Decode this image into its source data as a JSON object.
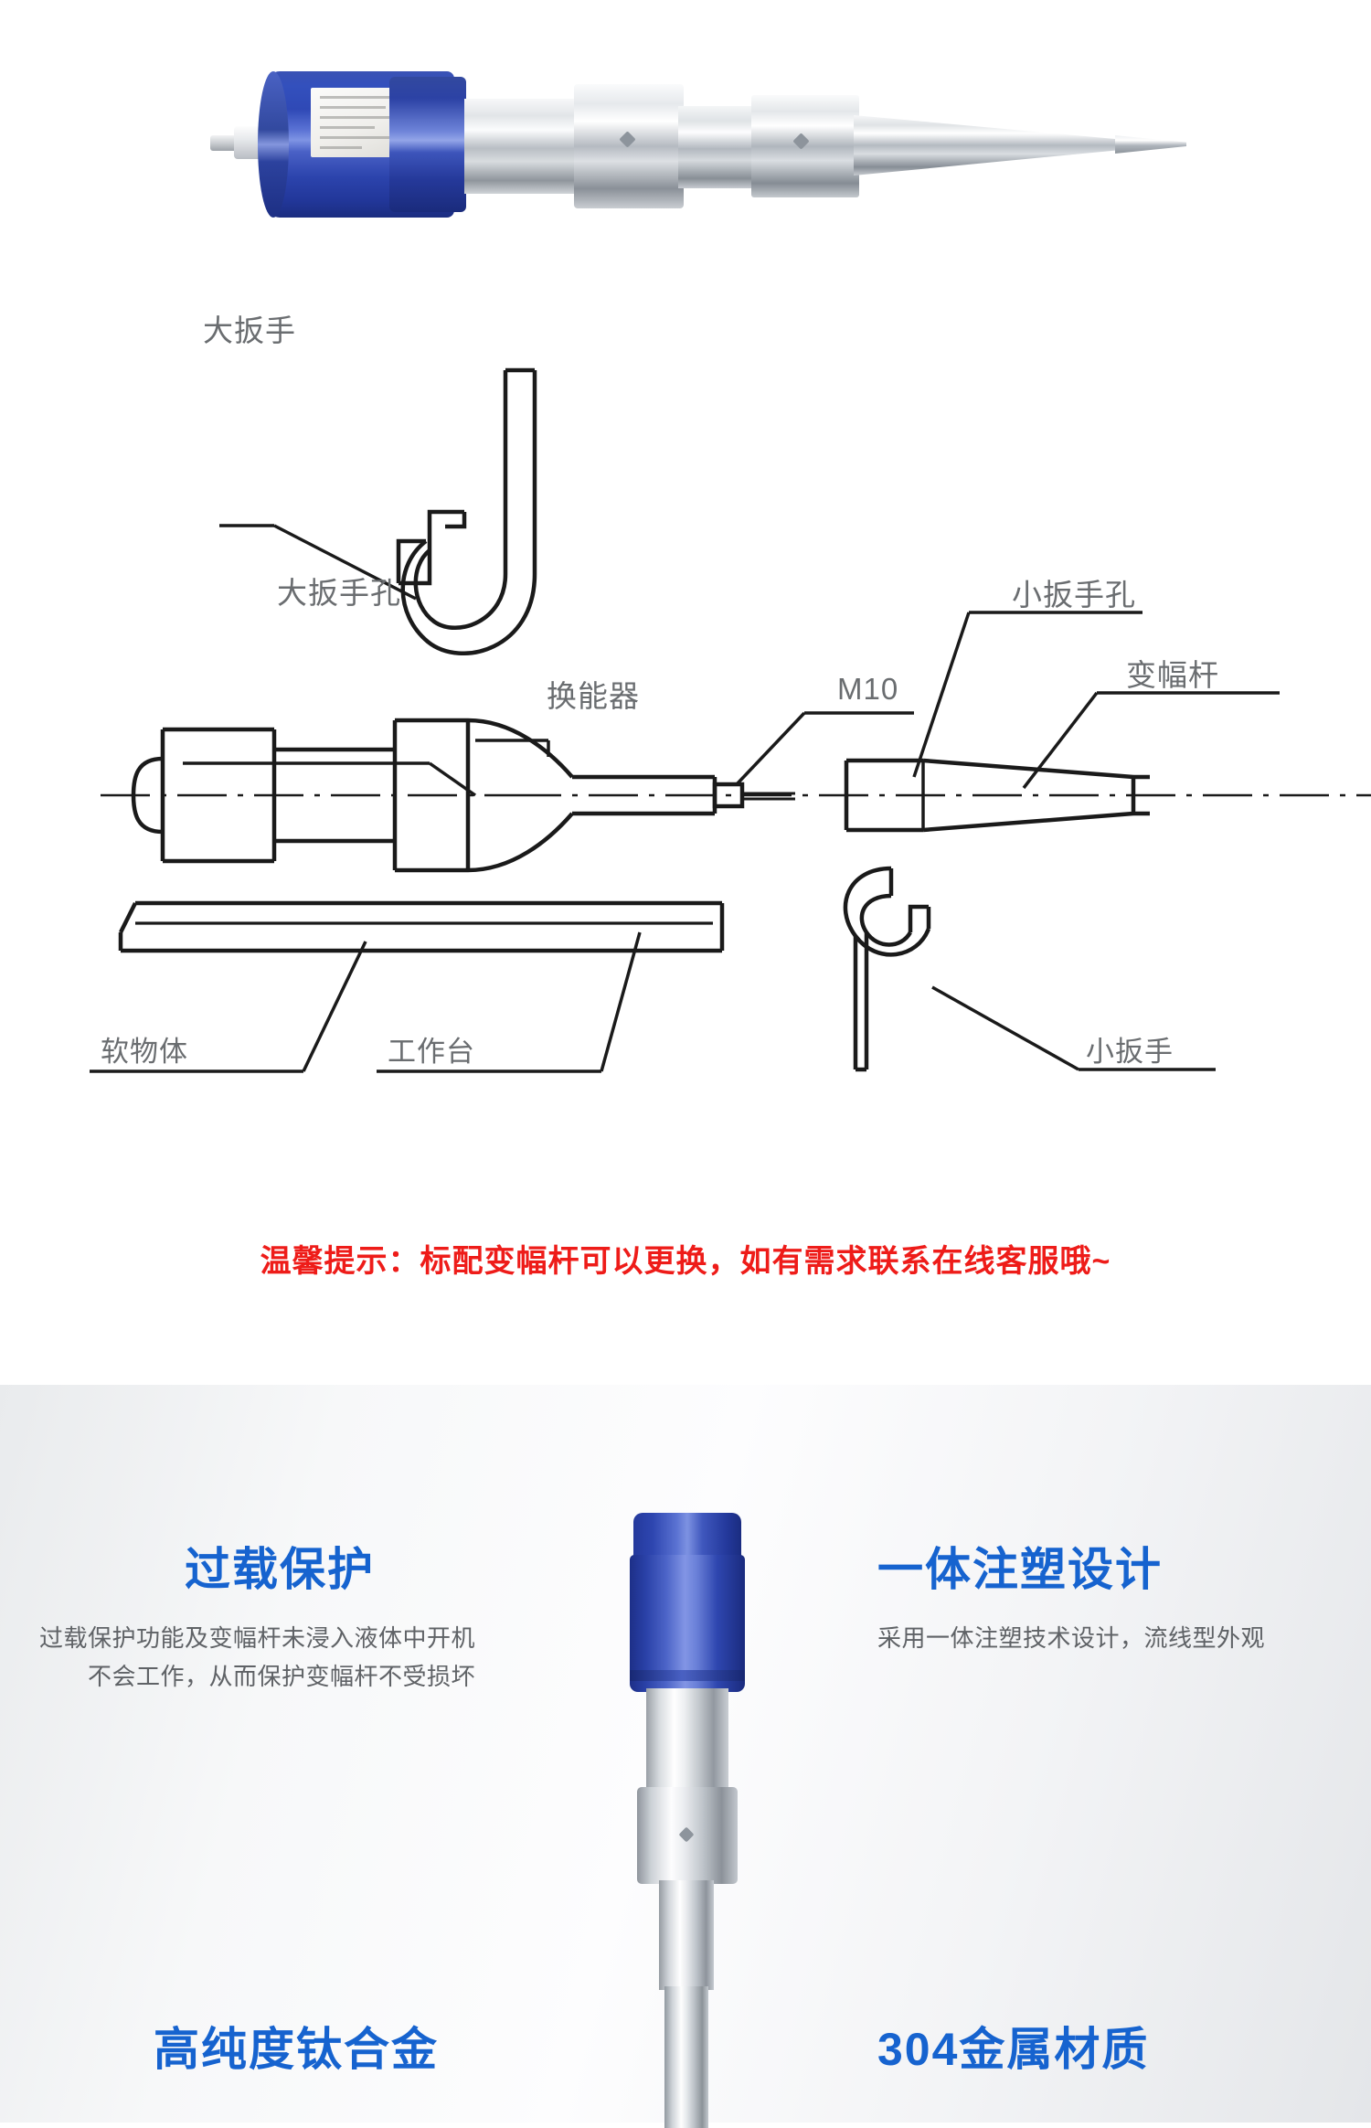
{
  "photo_section": {
    "hero_alt": "ultrasonic-processor-probe-photo",
    "sticker_label": "spec-label"
  },
  "diagram": {
    "labels": {
      "big_wrench": "大扳手",
      "big_wrench_hole": "大扳手孔",
      "transducer": "换能器",
      "thread_spec": "M10",
      "small_wrench_hole": "小扳手孔",
      "horn": "变幅杆",
      "soft_object": "软物体",
      "workbench": "工作台",
      "small_wrench": "小扳手"
    }
  },
  "tip": {
    "text": "温馨提示：标配变幅杆可以更换，如有需求联系在线客服哦~",
    "color": "#ee1c19"
  },
  "features": {
    "accent_color": "#1663cf",
    "items": [
      {
        "title": "过载保护",
        "desc": "过载保护功能及变幅杆未浸入液体中开机不会工作，从而保护变幅杆不受损坏"
      },
      {
        "title": "一体注塑设计",
        "desc": "采用一体注塑技术设计，流线型外观"
      },
      {
        "title": "高纯度钛合金",
        "desc": ""
      },
      {
        "title": "304金属材质",
        "desc": ""
      }
    ]
  }
}
